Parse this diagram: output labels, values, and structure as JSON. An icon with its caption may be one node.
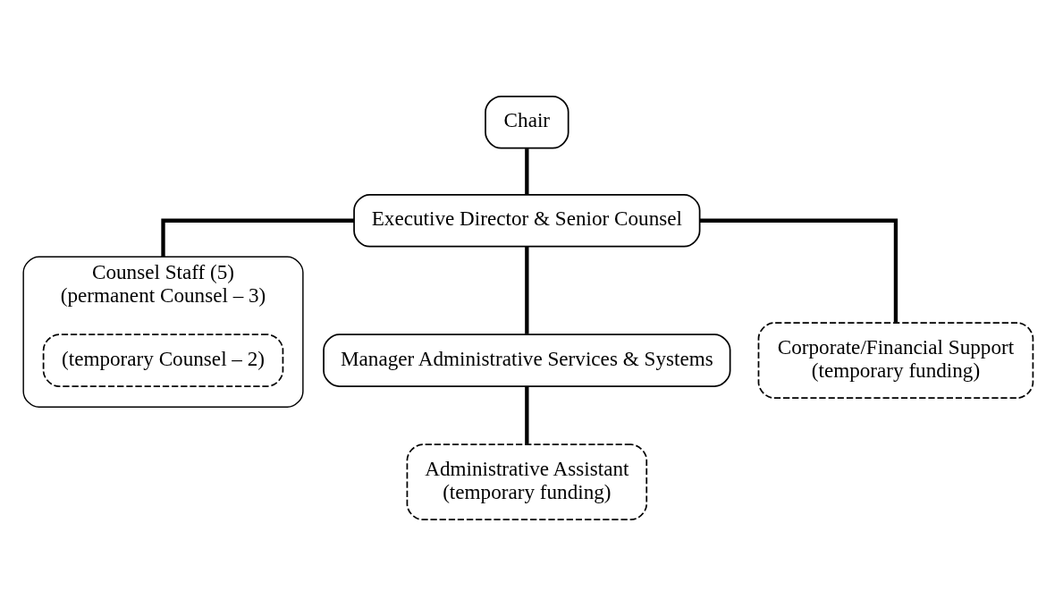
{
  "diagram": {
    "nodes": [
      {
        "text": [
          "Chair"
        ]
      },
      {
        "text": [
          "Executive Director & Senior Counsel"
        ]
      },
      {
        "text": [
          "Counsel Staff (5)",
          "(permanent Counsel – 3)"
        ]
      },
      {
        "text": [
          "(temporary Counsel – 2)"
        ],
        "in": 2
      },
      {
        "text": [
          "Manager Administrative Services & Systems"
        ]
      },
      {
        "text": [
          "Corporate/Financial Support",
          "(temporary funding)"
        ]
      },
      {
        "text": [
          "Administrative Assistant",
          "(temporary funding)"
        ]
      }
    ],
    "edges": [
      {
        "from": 0,
        "to": 1,
        "arrow": "none"
      },
      {
        "from": 1,
        "to": 2,
        "arrow": "none"
      },
      {
        "from": 1,
        "to": 4,
        "arrow": "none"
      },
      {
        "from": 1,
        "to": 5,
        "arrow": "none"
      },
      {
        "from": 4,
        "to": 6,
        "arrow": "none"
      }
    ]
  }
}
